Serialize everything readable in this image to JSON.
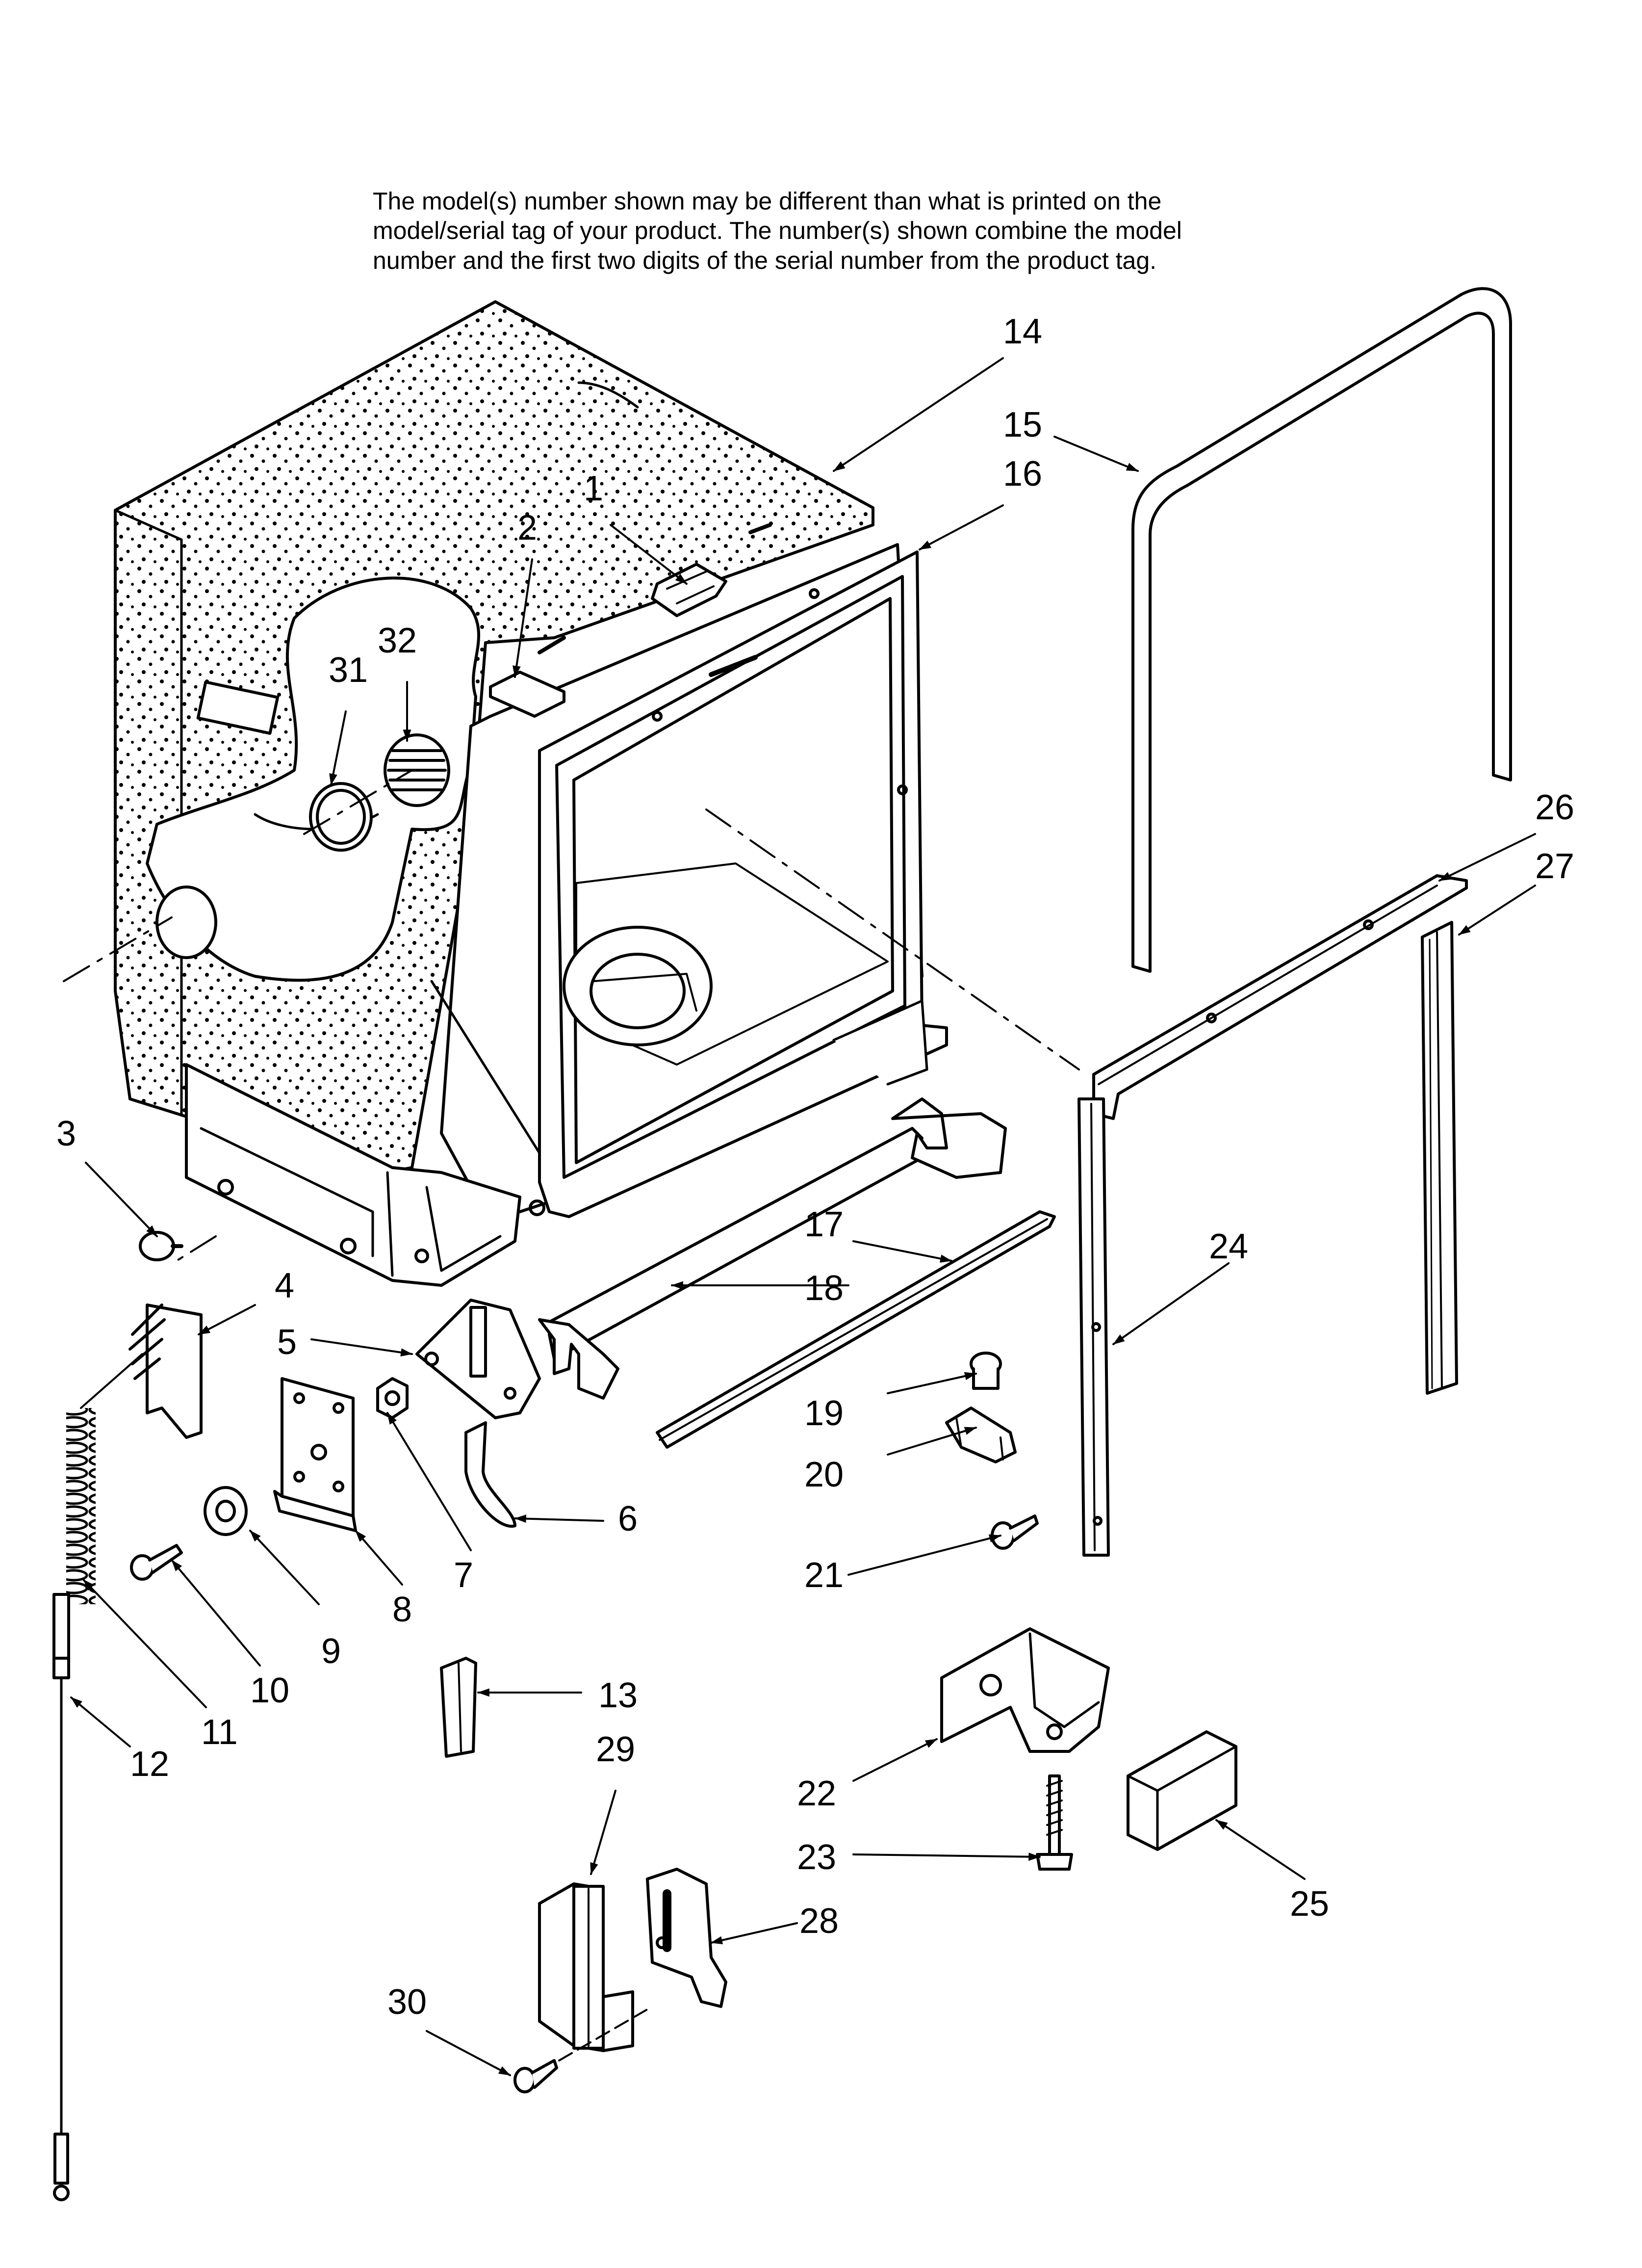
{
  "note": {
    "lines": [
      "The model(s) number shown may be different than what is printed on the",
      "model/serial tag of your product. The number(s) shown combine the model",
      "number and the first two digits of the serial number from the product tag."
    ]
  },
  "callouts": [
    "1",
    "2",
    "3",
    "4",
    "5",
    "6",
    "7",
    "8",
    "9",
    "10",
    "11",
    "12",
    "13",
    "14",
    "15",
    "16",
    "17",
    "18",
    "19",
    "20",
    "21",
    "22",
    "23",
    "24",
    "25",
    "26",
    "27",
    "28",
    "29",
    "30",
    "31",
    "32"
  ],
  "colors": {
    "ink": "#000000",
    "fill": "#ffffff",
    "tint": "#eeeeee",
    "dark": "#222222"
  }
}
